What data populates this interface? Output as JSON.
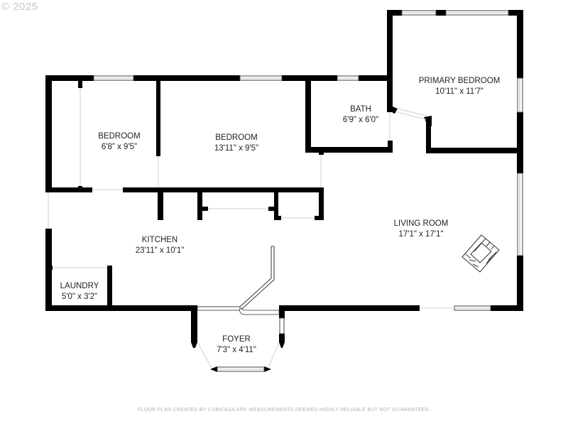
{
  "copyright": "© 2025",
  "rooms": {
    "primary_bedroom": {
      "name": "PRIMARY BEDROOM",
      "dims": "10'11\" x 11'7\""
    },
    "bath": {
      "name": "BATH",
      "dims": "6'9\" x 6'0\""
    },
    "bedroom_small": {
      "name": "BEDROOM",
      "dims": "6'8\" x 9'5\""
    },
    "bedroom_large": {
      "name": "BEDROOM",
      "dims": "13'11\" x 9'5\""
    },
    "kitchen": {
      "name": "KITCHEN",
      "dims": "23'11\" x 10'1\""
    },
    "living_room": {
      "name": "LIVING ROOM",
      "dims": "17'1\" x 17'1\""
    },
    "laundry": {
      "name": "LAUNDRY",
      "dims": "5'0\" x 3'2\""
    },
    "foyer": {
      "name": "FOYER",
      "dims": "7'3\" x 4'11\""
    }
  },
  "colors": {
    "wall": "#000000",
    "background": "#ffffff",
    "text": "#222222",
    "footer": "#b0b0b0"
  },
  "footer": "FLOOR PLAN CREATED BY CUBICASA APP. MEASUREMENTS DEEMED HIGHLY RELIABLE BUT NOT GUARANTEED."
}
